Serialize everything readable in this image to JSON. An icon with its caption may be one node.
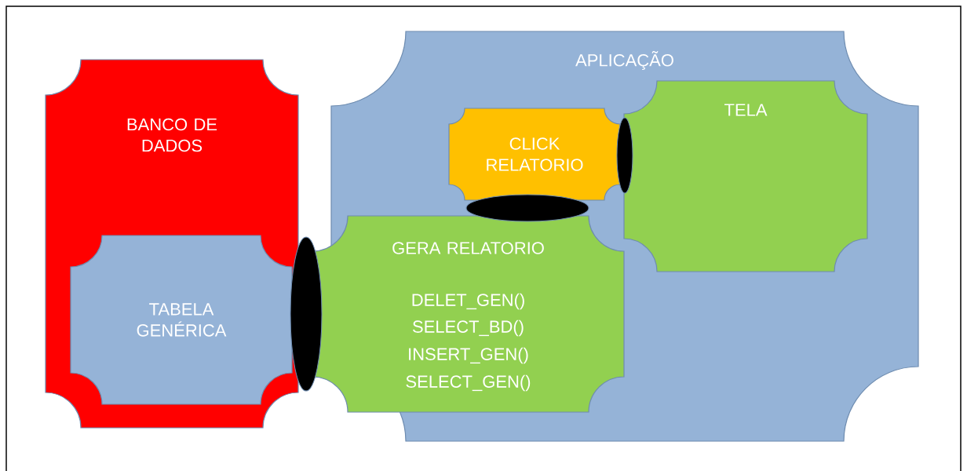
{
  "diagram": {
    "nodes": [
      {
        "text": [
          "BANCO DE DADOS"
        ]
      },
      {
        "text": [
          "TABELA GENÉRICA"
        ],
        "in": 0
      },
      {
        "text": [
          "APLICAÇÃO"
        ]
      },
      {
        "text": [
          "CLICK RELATORIO"
        ],
        "in": 2
      },
      {
        "text": [
          "TELA"
        ],
        "in": 2
      },
      {
        "text": [
          "GERA RELATORIO",
          "DELET_GEN()",
          "SELECT_BD()",
          "INSERT_GEN()",
          "SELECT_GEN()"
        ]
      },
      {
        "text": [],
        "shape": "ellipse"
      },
      {
        "text": [],
        "shape": "ellipse",
        "in": 2
      },
      {
        "text": [],
        "shape": "ellipse",
        "in": 2
      }
    ]
  }
}
